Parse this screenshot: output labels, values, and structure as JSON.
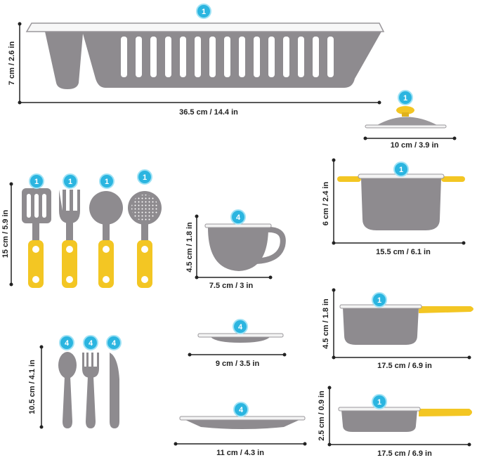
{
  "colors": {
    "gray": "#8e8b8f",
    "yellow": "#f3c623",
    "badge": "#2bb5e0",
    "dim": "#222222"
  },
  "items": {
    "dish_rack": {
      "qty": "1",
      "width": "36.5 cm / 14.4 in",
      "height": "7 cm / 2.6 in"
    },
    "lid": {
      "qty": "1",
      "width": "10 cm / 3.9 in"
    },
    "utensils": {
      "qty": [
        "1",
        "1",
        "1",
        "1"
      ],
      "height": "15 cm / 5.9 in"
    },
    "stock_pot": {
      "qty": "1",
      "width": "15.5 cm / 6.1 in",
      "height": "6 cm / 2.4 in"
    },
    "cup": {
      "qty": "4",
      "width": "7.5 cm / 3 in",
      "height": "4.5 cm / 1.8 in"
    },
    "saucepan": {
      "qty": "1",
      "width": "17.5 cm / 6.9 in",
      "height": "4.5 cm / 1.8 in"
    },
    "cutlery": {
      "qty": [
        "4",
        "4",
        "4"
      ],
      "height": "10.5 cm / 4.1 in"
    },
    "saucer": {
      "qty": "4",
      "width": "9 cm / 3.5 in"
    },
    "plate": {
      "qty": "4",
      "width": "11 cm / 4.3 in"
    },
    "frying_pan": {
      "qty": "1",
      "width": "17.5 cm / 6.9 in",
      "height": "2.5 cm / 0.9 in"
    }
  }
}
